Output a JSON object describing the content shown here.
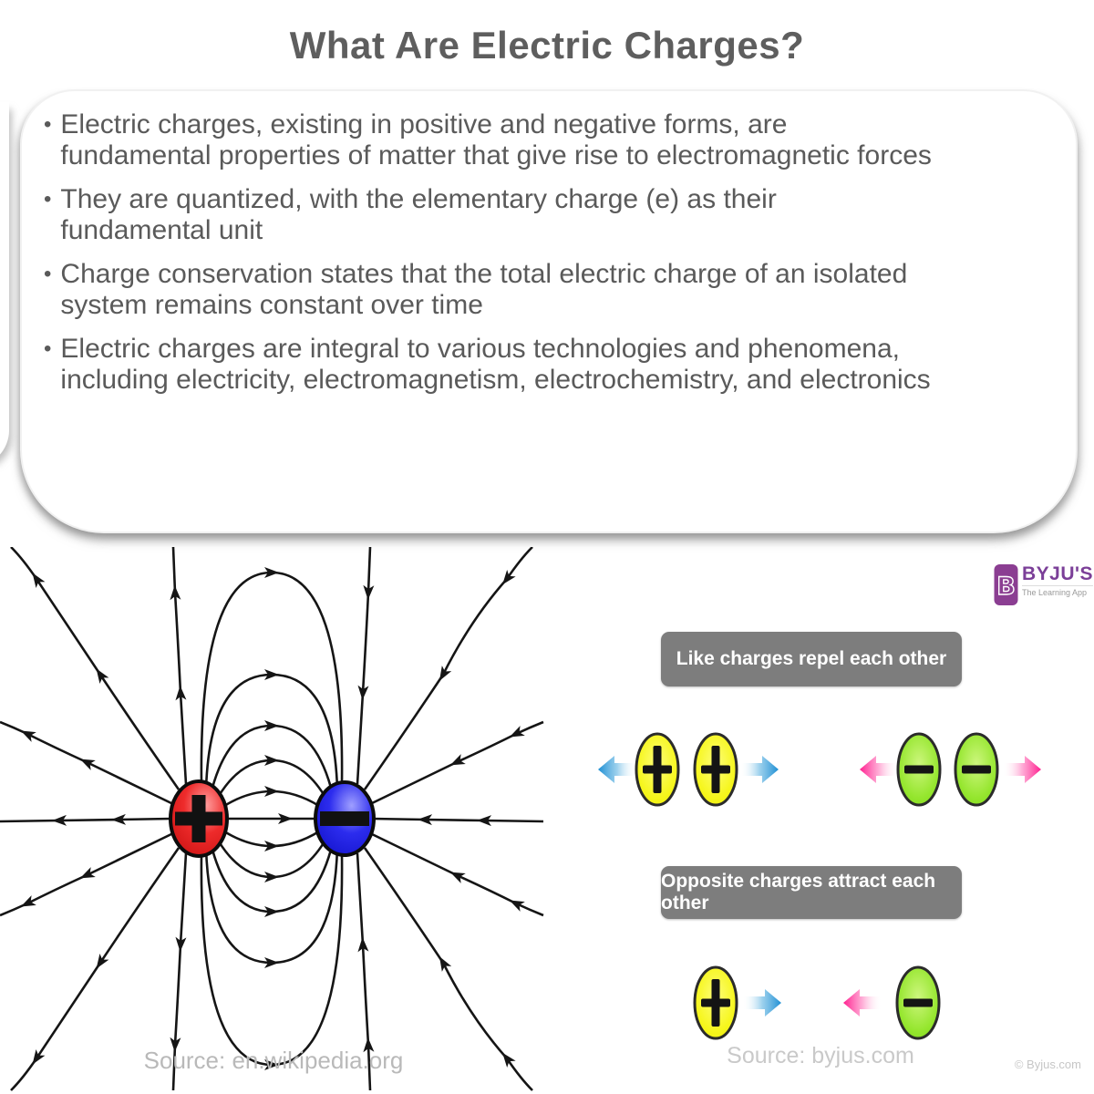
{
  "title": "What Are Electric Charges?",
  "bullets": [
    [
      "Electric charges, existing in positive and negative forms, are",
      "fundamental properties of matter that give rise to electromagnetic forces"
    ],
    [
      "They are quantized, with the elementary charge (e) as their",
      "fundamental unit"
    ],
    [
      "Charge conservation states that the total electric charge of an isolated",
      "system remains constant over time"
    ],
    [
      "Electric charges are integral to various technologies and phenomena,",
      "including electricity, electromagnetism, electrochemistry, and electronics"
    ]
  ],
  "field_diagram": {
    "positive_symbol": "+",
    "negative_symbol": "−",
    "source_text": "Source: en.wikipedia.org",
    "positive_color": "#e32222",
    "negative_color": "#2323e0"
  },
  "repel_section": {
    "banner": "Like charges repel each other",
    "positive_symbol": "+",
    "negative_symbol": "−"
  },
  "attract_section": {
    "banner": "Opposite charges attract each other",
    "positive_symbol": "+",
    "negative_symbol": "−"
  },
  "source_right": "Source: byjus.com",
  "copyright": "© Byjus.com",
  "logo": {
    "icon_letter": "B",
    "brand": "BYJU'S",
    "tagline": "The Learning App",
    "brand_color": "#7b3f98",
    "icon_bg": "#8b3e92"
  },
  "colors": {
    "banner_gray": "#7d7d7d",
    "arrow_blue": "#1e8fd4",
    "arrow_pink": "#ff1f8f",
    "charge_yellow": "#f2f203",
    "charge_green": "#86df1f",
    "text_gray": "#5a5a5a",
    "source_gray": "#b9b9b9"
  }
}
